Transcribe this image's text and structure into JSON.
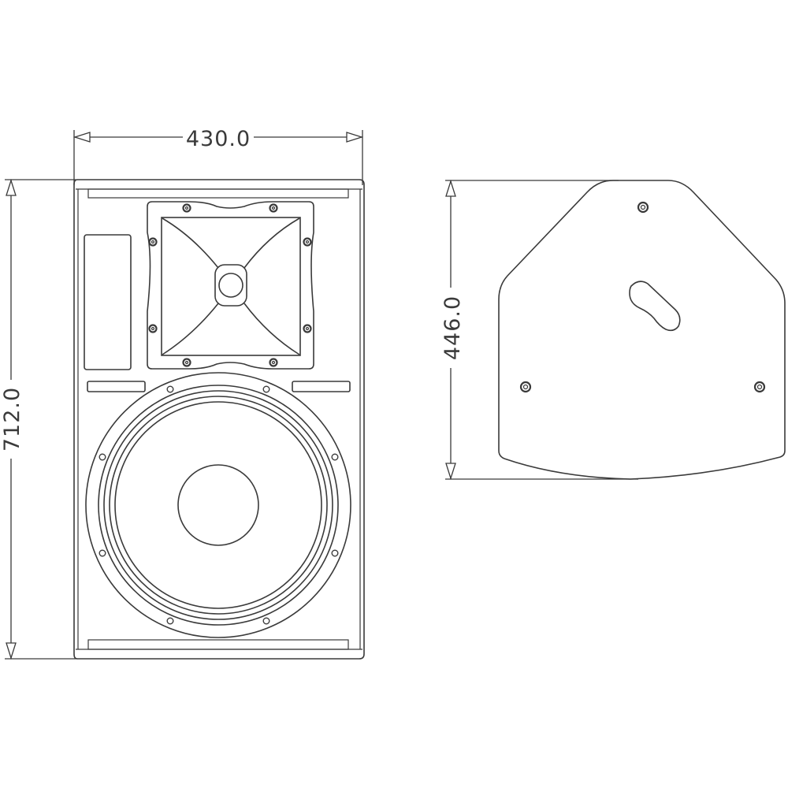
{
  "drawing": {
    "type": "technical dimension drawing",
    "subject": "loudspeaker cabinet",
    "views": [
      {
        "name": "front-view",
        "dimensions": {
          "width": "430.0",
          "height": "712.0"
        },
        "components": [
          "cabinet-outline",
          "top-handle-slot",
          "bottom-handle-slot",
          "port-slot",
          "horn-flange",
          "horn-mouth",
          "compression-driver-throat",
          "woofer-basket",
          "woofer-surround",
          "dust-cap",
          "vent-slots"
        ],
        "horn_bolts": 8,
        "woofer_bolts": 8
      },
      {
        "name": "side-view",
        "dimensions": {
          "depth": "446.0"
        },
        "components": [
          "side-panel-outline",
          "handle-recess",
          "mounting-points"
        ],
        "mounting_points": 3
      }
    ],
    "line_color": "#3a3a3a",
    "background": "#ffffff"
  }
}
